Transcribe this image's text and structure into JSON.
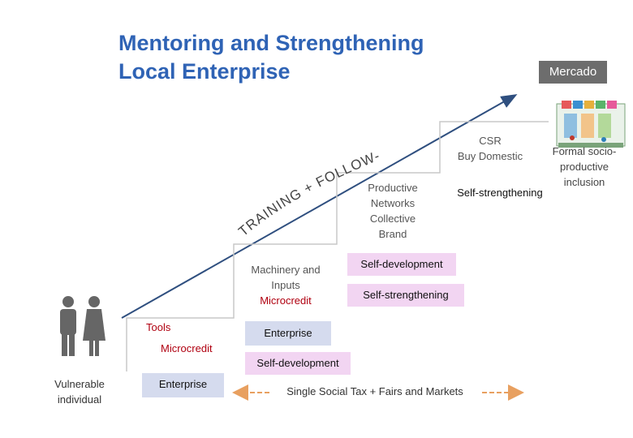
{
  "title": {
    "line1": "Mentoring and Strengthening",
    "line2": "Local Enterprise"
  },
  "market_label": "Mercado",
  "arrow_label": "TRAINING + FOLLOW-UP",
  "left": {
    "vulnerable": "Vulnerable individual"
  },
  "step1": {
    "tools": "Tools",
    "microcredit": "Microcredit",
    "enterprise": "Enterprise"
  },
  "step2": {
    "inputs_line1": "Machinery and",
    "inputs_line2": "Inputs",
    "microcredit": "Microcredit",
    "enterprise": "Enterprise",
    "self_development": "Self-development"
  },
  "step3": {
    "networks_line1": "Productive",
    "networks_line2": "Networks",
    "networks_line3": "Collective",
    "networks_line4": "Brand",
    "self_development": "Self-development",
    "self_strengthening": "Self-strengthening"
  },
  "step4": {
    "csr": "CSR",
    "buy": "Buy Domestic",
    "self_strengthening": "Self-strengthening",
    "formal_line1": "Formal socio-",
    "formal_line2": "productive",
    "formal_line3": "inclusion"
  },
  "bottom_bar": "Single Social Tax + Fairs and Markets",
  "colors": {
    "title": "#2f63b5",
    "red": "#b00010",
    "pink": "#f2d5f2",
    "blue": "#d5dbee",
    "orange": "#e8a060",
    "arrow": "#2f4f7f"
  }
}
